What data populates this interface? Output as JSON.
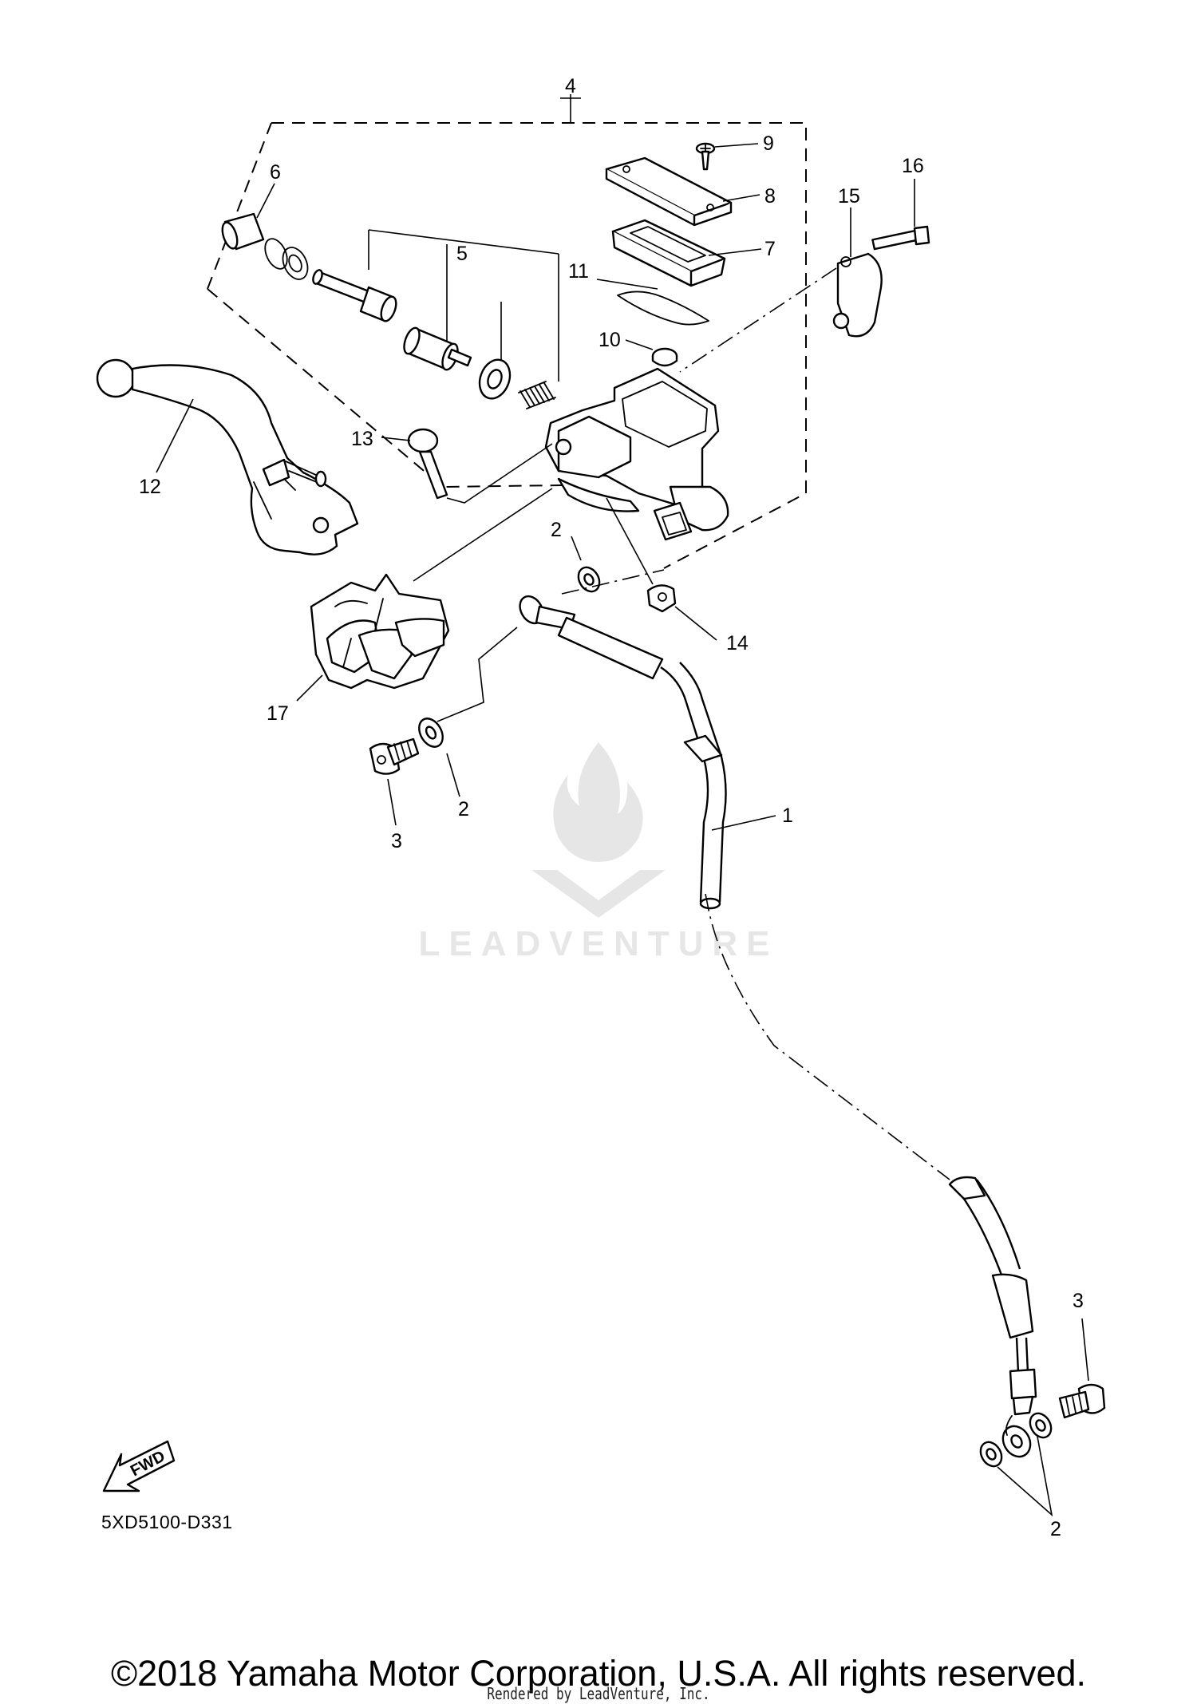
{
  "callouts": {
    "c1": "1",
    "c2a": "2",
    "c2b": "2",
    "c2c": "2",
    "c3a": "3",
    "c3b": "3",
    "c4": "4",
    "c5": "5",
    "c6": "6",
    "c7": "7",
    "c8": "8",
    "c9": "9",
    "c10": "10",
    "c11": "11",
    "c12": "12",
    "c13": "13",
    "c14": "14",
    "c15": "15",
    "c16": "16",
    "c17": "17"
  },
  "fwd_label": "FWD",
  "diagram_code": "5XD5100-D331",
  "copyright": "©2018 Yamaha Motor Corporation, U.S.A. All rights reserved.",
  "rendered_by": "Rendered by LeadVenture, Inc.",
  "watermark": {
    "text": "LEADVENTURE",
    "icon": "flame-v-logo-icon"
  }
}
